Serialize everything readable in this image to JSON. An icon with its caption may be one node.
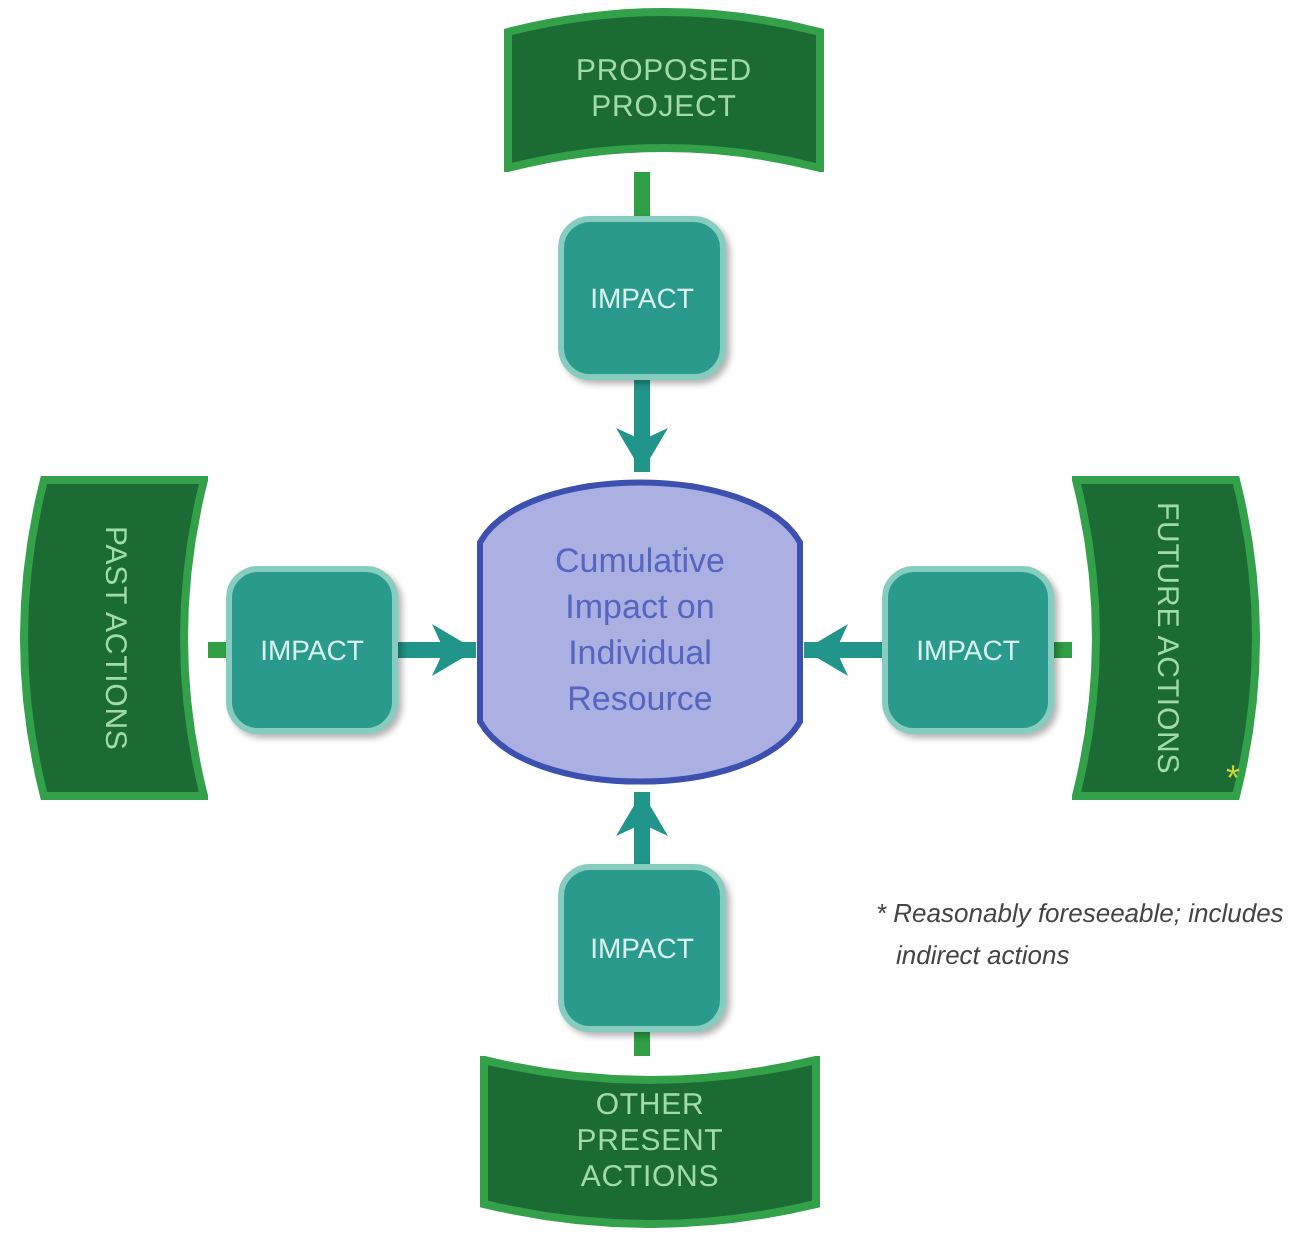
{
  "diagram": {
    "nodes": [
      {
        "text": [
          "PROPOSED PROJECT"
        ]
      },
      {
        "text": [
          "IMPACT"
        ]
      },
      {
        "text": [
          "PAST ACTIONS"
        ]
      },
      {
        "text": [
          "IMPACT"
        ]
      },
      {
        "text": [
          "Cumulative Impact on Individual Resource"
        ]
      },
      {
        "text": [
          "IMPACT"
        ]
      },
      {
        "text": [
          "FUTURE ACTIONS",
          "*"
        ]
      },
      {
        "text": [
          "IMPACT"
        ]
      },
      {
        "text": [
          "OTHER PRESENT ACTIONS"
        ]
      }
    ],
    "edges": [
      {
        "from": 0,
        "to": 1,
        "arrow": "none",
        "color": "#2f9e44"
      },
      {
        "from": 1,
        "to": 4,
        "arrow": "to",
        "color": "#21958a"
      },
      {
        "from": 2,
        "to": 3,
        "arrow": "none",
        "color": "#2f9e44"
      },
      {
        "from": 3,
        "to": 4,
        "arrow": "to",
        "color": "#21958a"
      },
      {
        "from": 6,
        "to": 5,
        "arrow": "none",
        "color": "#2f9e44"
      },
      {
        "from": 5,
        "to": 4,
        "arrow": "to",
        "color": "#21958a"
      },
      {
        "from": 8,
        "to": 7,
        "arrow": "none",
        "color": "#2f9e44"
      },
      {
        "from": 7,
        "to": 4,
        "arrow": "to",
        "color": "#21958a"
      }
    ],
    "labels": [
      "* Reasonably foreseeable; includes indirect actions"
    ]
  }
}
